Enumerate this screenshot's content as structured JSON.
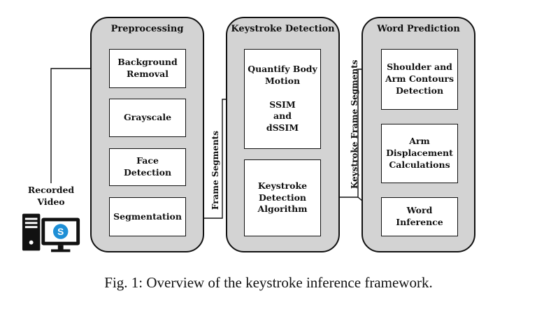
{
  "panels": {
    "preprocessing": {
      "title": "Preprocessing",
      "boxes": {
        "background_removal": "Background\nRemoval",
        "grayscale": "Grayscale",
        "face_detection": "Face Detection",
        "segmentation": "Segmentation"
      }
    },
    "keystroke_detection": {
      "title": "Keystroke Detection",
      "boxes": {
        "quantify_body_motion": "Quantify Body\nMotion\n\nSSIM\nand\ndSSIM",
        "keystroke_detection_algorithm": "Keystroke\nDetection\nAlgorithm"
      }
    },
    "word_prediction": {
      "title": "Word Prediction",
      "boxes": {
        "shoulder_arm_contours": "Shoulder and\nArm Contours\nDetection",
        "arm_displacement": "Arm\nDisplacement\nCalculations",
        "word_inference": "Word\nInference"
      }
    }
  },
  "input": {
    "label": "Recorded\nVideo",
    "icon": "computer-skype-icon",
    "icon_letter": "S"
  },
  "edge_labels": {
    "frame_segments": "Frame Segments",
    "keystroke_frame_segments": "Keystroke Frame Segments"
  },
  "caption": "Fig. 1: Overview of the keystroke inference framework.",
  "colors": {
    "panel_fill": "#d3d3d3",
    "box_fill": "#ffffff",
    "stroke": "#111111",
    "icon_accent": "#1e8fd6"
  }
}
